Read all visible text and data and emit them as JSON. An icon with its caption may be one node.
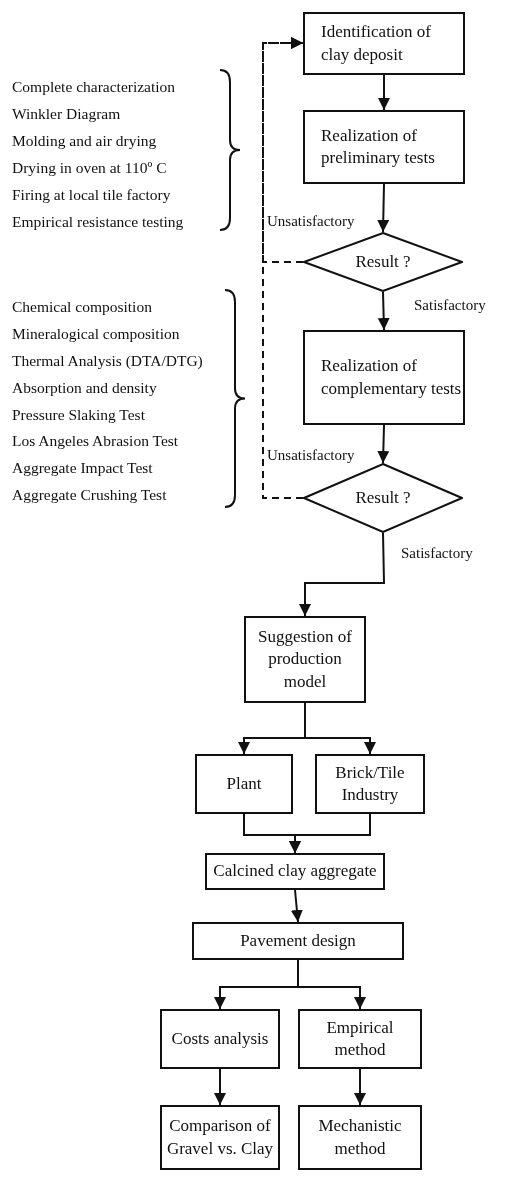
{
  "diagram": {
    "nodes": [
      {
        "text": [
          "Identification of clay deposit"
        ]
      },
      {
        "text": [
          "Realization of preliminary tests"
        ]
      },
      {
        "text": [
          "Result ?"
        ]
      },
      {
        "text": [
          "Realization of complementary tests"
        ]
      },
      {
        "text": [
          "Result ?"
        ]
      },
      {
        "text": [
          "Suggestion of production model"
        ]
      },
      {
        "text": [
          "Plant"
        ]
      },
      {
        "text": [
          "Brick/Tile Industry"
        ]
      },
      {
        "text": [
          "Calcined clay aggregate"
        ]
      },
      {
        "text": [
          "Pavement design"
        ]
      },
      {
        "text": [
          "Costs analysis"
        ]
      },
      {
        "text": [
          "Empirical method"
        ]
      },
      {
        "text": [
          "Comparison of Gravel vs. Clay"
        ]
      },
      {
        "text": [
          "Mechanistic method"
        ]
      }
    ],
    "edges": [
      {
        "from": 0,
        "to": 1,
        "arrow": "to"
      },
      {
        "from": 1,
        "to": 2,
        "arrow": "to"
      },
      {
        "from": 2,
        "to": 0,
        "arrow": "to",
        "label": "Unsatisfactory",
        "style": "dashed"
      },
      {
        "from": 2,
        "to": 3,
        "arrow": "to",
        "label": "Satisfactory"
      },
      {
        "from": 3,
        "to": 4,
        "arrow": "to"
      },
      {
        "from": 4,
        "to": 0,
        "arrow": "to",
        "label": "Unsatisfactory",
        "style": "dashed"
      },
      {
        "from": 4,
        "to": 5,
        "arrow": "to",
        "label": "Satisfactory"
      },
      {
        "from": 5,
        "to": 6,
        "arrow": "to"
      },
      {
        "from": 5,
        "to": 7,
        "arrow": "to"
      },
      {
        "from": 6,
        "to": 8,
        "arrow": "to"
      },
      {
        "from": 7,
        "to": 8,
        "arrow": "to"
      },
      {
        "from": 8,
        "to": 9,
        "arrow": "to"
      },
      {
        "from": 9,
        "to": 10,
        "arrow": "to"
      },
      {
        "from": 9,
        "to": 11,
        "arrow": "to"
      },
      {
        "from": 10,
        "to": 12,
        "arrow": "to"
      },
      {
        "from": 11,
        "to": 13,
        "arrow": "to"
      }
    ],
    "labels": [
      "Complete characterization",
      "Winkler Diagram",
      "Molding and air drying",
      "Drying in oven at 110º C",
      "Firing at local tile factory",
      "Empirical resistance testing",
      "Chemical composition",
      "Mineralogical composition",
      "Thermal Analysis (DTA/DTG)",
      "Absorption and density",
      "Pressure Slaking Test",
      "Los Angeles Abrasion Test",
      "Aggregate Impact Test",
      "Aggregate Crushing Test"
    ]
  }
}
